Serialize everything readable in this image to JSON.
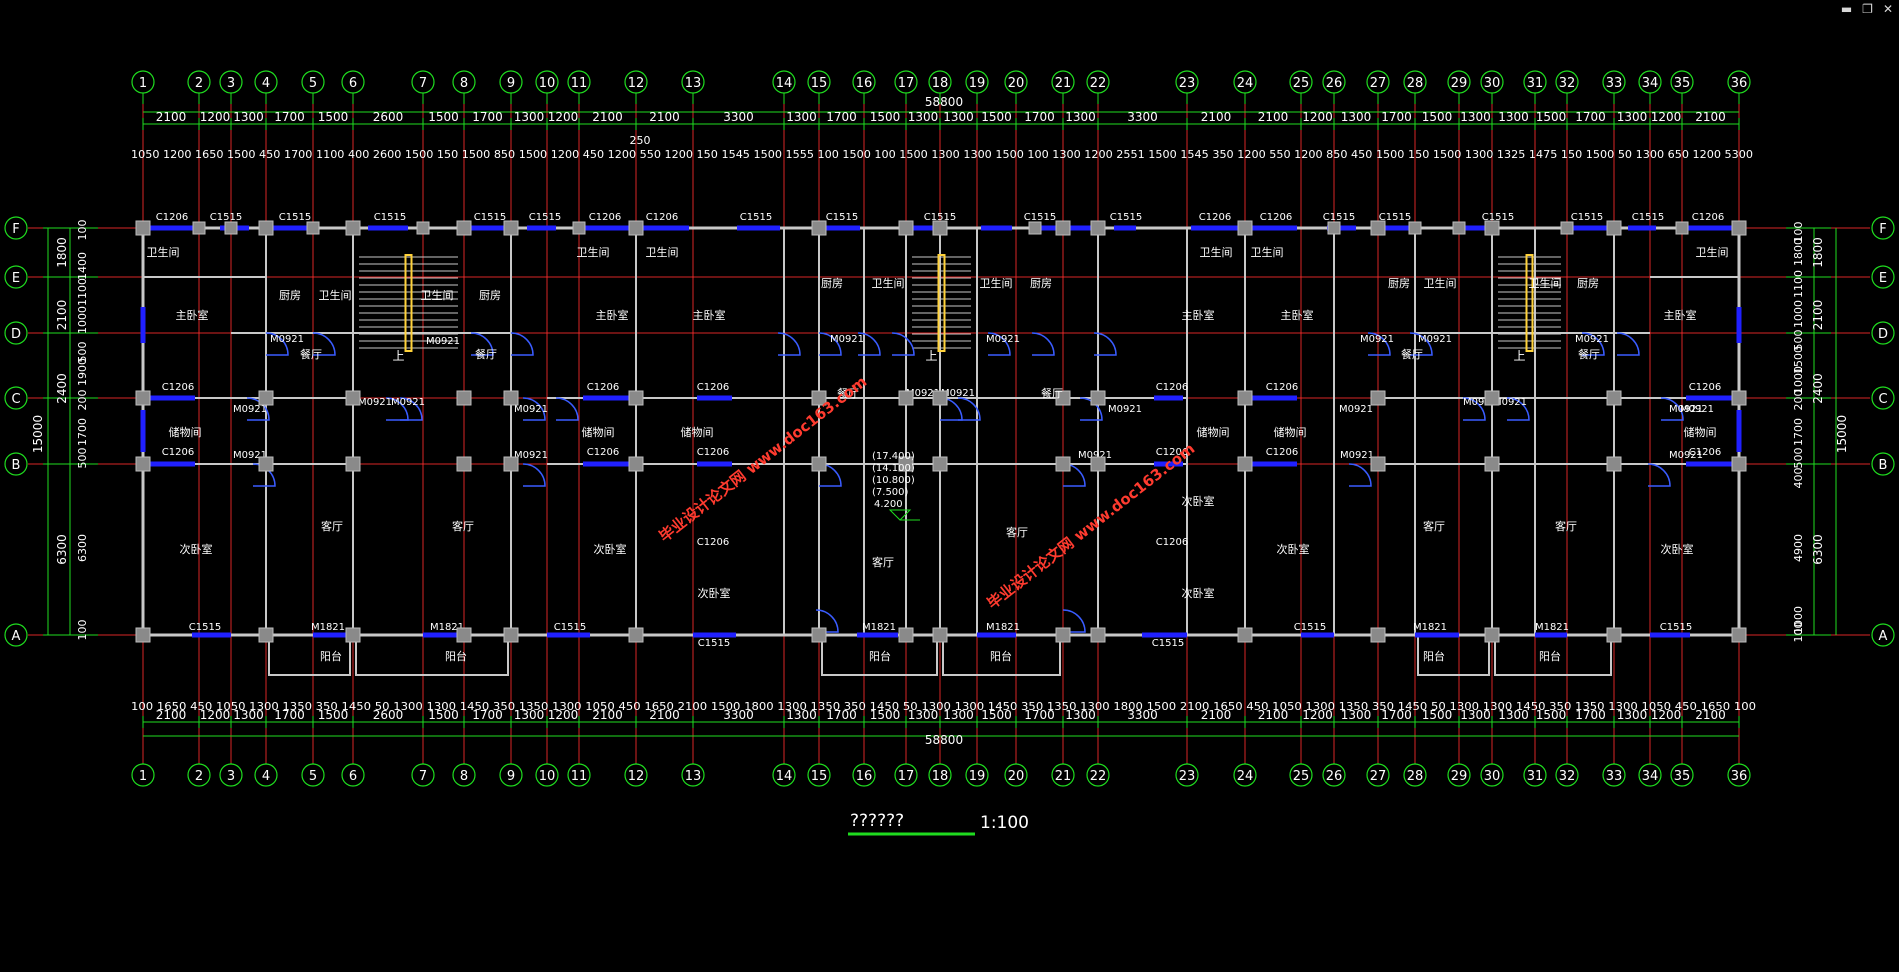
{
  "window_controls": {
    "minimize": "▬",
    "restore": "❐",
    "close": "✕"
  },
  "axes_numbers": [
    "1",
    "2",
    "3",
    "4",
    "5",
    "6",
    "7",
    "8",
    "9",
    "10",
    "11",
    "12",
    "13",
    "14",
    "15",
    "16",
    "17",
    "18",
    "19",
    "20",
    "21",
    "22",
    "23",
    "24",
    "25",
    "26",
    "27",
    "28",
    "29",
    "30",
    "31",
    "32",
    "33",
    "34",
    "35",
    "36"
  ],
  "axes_letters": [
    "F",
    "E",
    "D",
    "C",
    "B",
    "A"
  ],
  "dims": {
    "overall": "58800",
    "half_top": "250",
    "top_row": [
      "2100",
      "1200",
      "1300",
      "1700",
      "1500",
      "2600",
      "1500",
      "1700",
      "1300",
      "1200",
      "2100",
      "2100",
      "3300",
      "1300",
      "1700",
      "1500",
      "1300",
      "1300",
      "1500",
      "1700",
      "1300",
      "3300",
      "2100",
      "2100",
      "1200",
      "1300",
      "1700",
      "1500",
      "1300",
      "1300",
      "1500",
      "1700",
      "1300",
      "1200",
      "2100"
    ],
    "top_fine": "1050 1200 1650 1500 450 1700 1100 400 2600 1500 150 1500 850 1500 1200 450 1200 550 1200 150 1545 1500 1555 100 1500 100 1500 1300 1300 1500 100 1300 1200 2551 1500 1545 350 1200 550 1200 850 450 1500 150 1500 1300 1325 1475 150 1500 50 1300 650 1200 5300",
    "bottom_fine": "100 1650 450 1050 1300 1350 350 1450 50 1300 1300 1450 350 1350 1300 1050 450 1650 2100 1500 1800 1300 1350 350 1450 50 1300 1300 1450 350 1350 1300 1800 1500 2100 1650 450 1050 1300 1350 350 1450 50 1300 1300 1450 350 1350 1300 1050 450 1650 100",
    "left_outer": "15000",
    "left_mid": [
      "6300",
      "2400",
      "2100",
      "1800"
    ],
    "left_inner": [
      "100",
      "6300",
      "500",
      "1700",
      "200",
      "1900",
      "500",
      "1000",
      "1100",
      "1400",
      "100"
    ],
    "right_outer": "15000",
    "right_mid": [
      "6300",
      "2400",
      "2100",
      "1800"
    ],
    "right_inner": [
      "100",
      "1000",
      "4900",
      "400",
      "500",
      "1700",
      "200",
      "1000",
      "1500",
      "500",
      "1000",
      "1100",
      "1800",
      "100"
    ],
    "elevations": [
      "(17.400)",
      "(14.100)",
      "(10.800)",
      "(7.500)",
      "4.200"
    ]
  },
  "rooms": {
    "bathroom": "卫生间",
    "kitchen": "厨房",
    "master_bedroom": "主卧室",
    "dining": "餐厅",
    "storage": "储物间",
    "secondary_bedroom": "次卧室",
    "living": "客厅",
    "balcony": "阳台",
    "stair_up": "上"
  },
  "tags": {
    "window_1515": "C1515",
    "window_1206": "C1206",
    "door_0921": "M0921",
    "door_1821": "M1821"
  },
  "watermark": "毕业设计论文网 www.doc163.com",
  "title": {
    "name": "??????",
    "scale": "1:100"
  },
  "colors": {
    "axis": "#ff2d2d",
    "dim": "#1fdc1f",
    "wall": "#c8c8c8",
    "window": "#2020ff",
    "door": "#3a5cff",
    "stair": "#ffd23a",
    "watermark": "#ff3b2f"
  }
}
